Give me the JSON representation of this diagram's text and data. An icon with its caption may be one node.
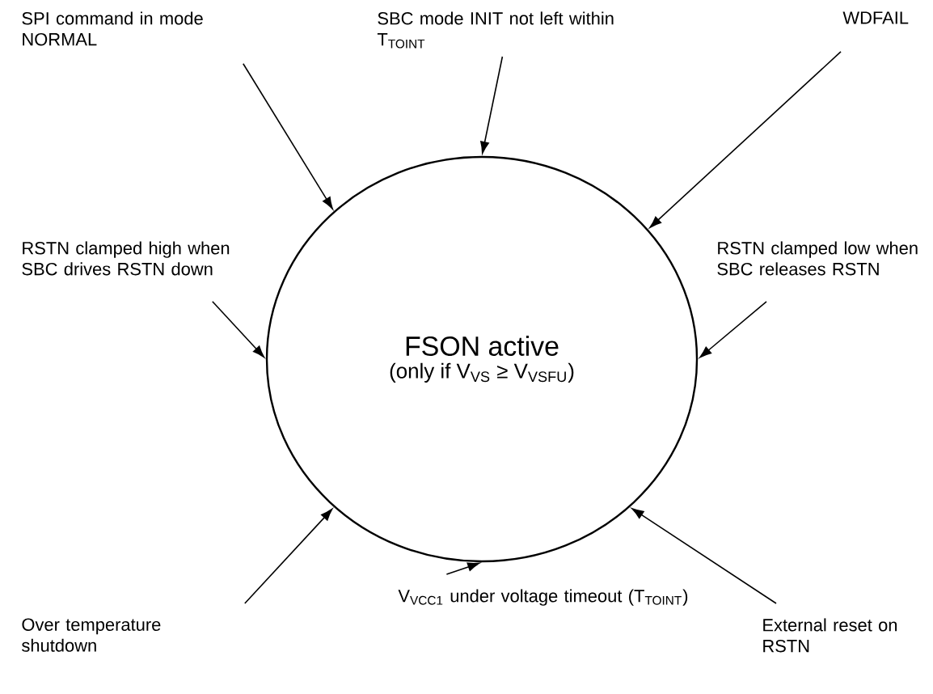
{
  "diagram": {
    "nodes": [
      {
        "text": [
          "FSON active",
          "(only if V$_{VS}$ ≥ V$_{VSFU}$)"
        ]
      },
      {
        "text": [
          "SPI command in mode NORMAL"
        ]
      },
      {
        "text": [
          "SBC mode INIT not left within T$_{TOINT}$"
        ]
      },
      {
        "text": [
          "WDFAIL"
        ]
      },
      {
        "text": [
          "RSTN clamped high when SBC drives RSTN down"
        ]
      },
      {
        "text": [
          "RSTN clamped low when SBC releases RSTN"
        ]
      },
      {
        "text": [
          "Over temperature shutdown"
        ]
      },
      {
        "text": [
          "V$_{VCC1}$ under voltage timeout (T$_{TOINT}$)"
        ]
      },
      {
        "text": [
          "External reset on RSTN"
        ]
      }
    ],
    "edges": [
      {
        "from": 1,
        "to": 0,
        "arrow": "to"
      },
      {
        "from": 2,
        "to": 0,
        "arrow": "to"
      },
      {
        "from": 3,
        "to": 0,
        "arrow": "to"
      },
      {
        "from": 4,
        "to": 0,
        "arrow": "to"
      },
      {
        "from": 5,
        "to": 0,
        "arrow": "to"
      },
      {
        "from": 6,
        "to": 0,
        "arrow": "to"
      },
      {
        "from": 7,
        "to": 0,
        "arrow": "to"
      },
      {
        "from": 8,
        "to": 0,
        "arrow": "to"
      }
    ]
  }
}
